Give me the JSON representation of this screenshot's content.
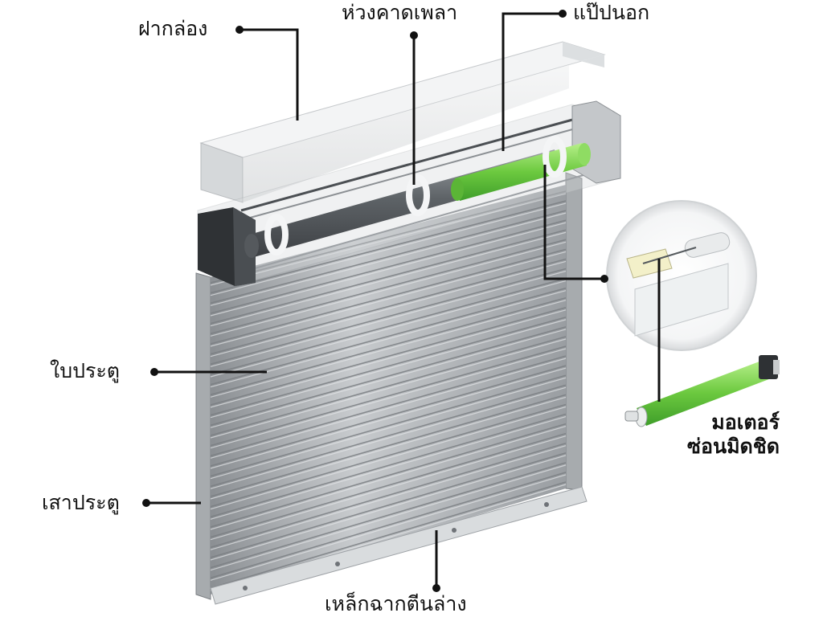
{
  "labels": {
    "box_cover": "ฝากล่อง",
    "shaft_ring": "ห่วงคาดเพลา",
    "outer_plate": "แป๊ปนอก",
    "door_slats": "ใบประตู",
    "door_post": "เสาประตู",
    "bottom_bar": "เหล็กฉากตีนล่าง",
    "motor_line1": "มอเตอร์",
    "motor_line2": "ซ่อนมิดชิด"
  },
  "colors": {
    "steel_light": "#e4e6e8",
    "steel_mid": "#b9bcbf",
    "steel_dark": "#6f7378",
    "frame_dark": "#3a3d40",
    "motor_green": "#7ed957",
    "motor_green_dark": "#3f9e2a",
    "leader_line": "#111111"
  }
}
